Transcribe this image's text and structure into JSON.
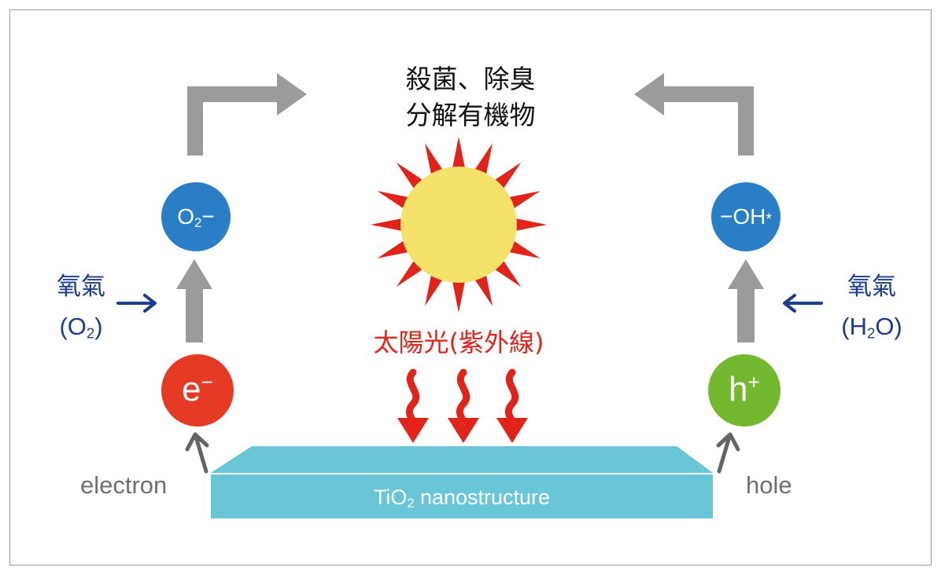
{
  "title": {
    "line1": "殺菌、除臭",
    "line2": "分解有機物"
  },
  "light": {
    "label": "太陽光(紫外線)"
  },
  "left": {
    "input_label": "氧氣",
    "input_formula": {
      "open": "(O",
      "sub": "2",
      "close": ")"
    },
    "node_top": {
      "base": "O",
      "sub": "2",
      "charge": "−"
    },
    "node_bottom": {
      "base": "e",
      "sup": "−"
    },
    "caption": "electron"
  },
  "right": {
    "input_label": "氧氣",
    "input_formula": {
      "open": "(H",
      "sub": "2",
      "close": "O)"
    },
    "node_top": {
      "prefix": "−",
      "base": "OH",
      "mark": "*"
    },
    "node_bottom": {
      "base": "h",
      "sup": "+"
    },
    "caption": "hole"
  },
  "substrate": {
    "base": "TiO",
    "sub": "2",
    "rest": " nanostructure"
  },
  "colors": {
    "gray_arrow": "#9b9b9b",
    "dark_arrow": "#646464",
    "blue_node": "#2a7ec6",
    "red_node": "#e53a24",
    "green_node": "#73b82e",
    "sun_fill": "#f4e26b",
    "sun_rays": "#e2231a",
    "uv_arrows": "#e2231a",
    "label_blue": "#1b3d8f",
    "substrate": "#69c6d6"
  }
}
